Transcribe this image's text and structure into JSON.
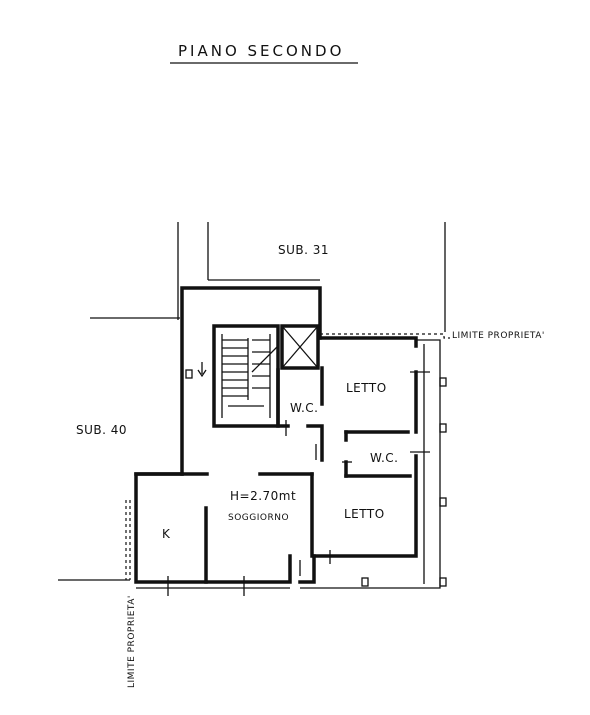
{
  "title": "PIANO  SECONDO",
  "labels": {
    "sub31": "SUB. 31",
    "sub40": "SUB. 40",
    "limite_right": "LIMITE PROPRIETA'",
    "limite_bottom": "LIMITE PROPRIETA'",
    "letto_top": "LETTO",
    "wc_left": "W.C.",
    "wc_right": "W.C.",
    "letto_bottom": "LETTO",
    "height": "H=2.70mt",
    "soggiorno": "SOGGIORNO",
    "kitchen": "K"
  }
}
